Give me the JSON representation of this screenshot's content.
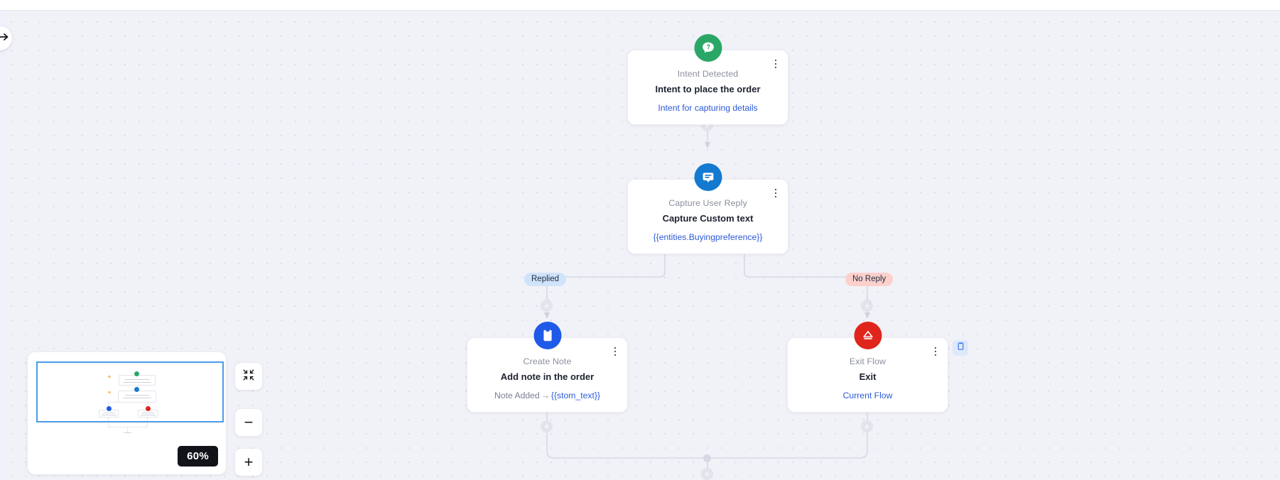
{
  "app": {
    "canvas_bg": "#f1f2f7",
    "grid_dot_color": "#dcdee8"
  },
  "rail": {
    "toggle_icon": "arrow-right-icon"
  },
  "flow": {
    "nodes": [
      {
        "id": "intent-detected",
        "icon": "speech-bubble-question-icon",
        "icon_color": "#2aa766",
        "type_label": "Intent Detected",
        "title": "Intent to place the order",
        "subtitle": "Intent for capturing details",
        "subtitle_color": "#2b5ad8",
        "menu_icon": "kebab-menu-icon"
      },
      {
        "id": "capture-user-reply",
        "icon": "chat-capture-icon",
        "icon_color": "#1479d0",
        "type_label": "Capture User Reply",
        "title": "Capture Custom text",
        "subtitle": "{{entities.Buyingpreference}}",
        "subtitle_color": "#2b5ad8",
        "menu_icon": "kebab-menu-icon"
      },
      {
        "id": "create-note",
        "icon": "note-icon",
        "icon_color": "#1f5ae8",
        "type_label": "Create Note",
        "title": "Add note in the order",
        "subtitle_prefix": "Note Added",
        "subtitle_arrow": "→",
        "subtitle_value": "{{stom_text}}",
        "subtitle_color": "#2b5ad8",
        "menu_icon": "kebab-menu-icon"
      },
      {
        "id": "exit-flow",
        "icon": "eject-triangle-icon",
        "icon_color": "#e0251c",
        "type_label": "Exit Flow",
        "title": "Exit",
        "subtitle": "Current Flow",
        "subtitle_color": "#2b5ad8",
        "menu_icon": "kebab-menu-icon",
        "side_icon": "note-badge-icon"
      }
    ],
    "edge_labels": [
      {
        "id": "replied",
        "text": "Replied",
        "bg": "#cfe4fb"
      },
      {
        "id": "no-reply",
        "text": "No Reply",
        "bg": "#fdd0cc"
      }
    ],
    "add_handle_symbol": "+"
  },
  "minimap": {
    "zoom_level": "60%",
    "viewport_color": "#4a9be8"
  },
  "controls": {
    "fit_view": {
      "icon": "fit-view-icon",
      "label": ""
    },
    "zoom_out": {
      "icon": "minus-icon",
      "label": "−"
    },
    "zoom_in": {
      "icon": "plus-icon",
      "label": "+"
    }
  }
}
